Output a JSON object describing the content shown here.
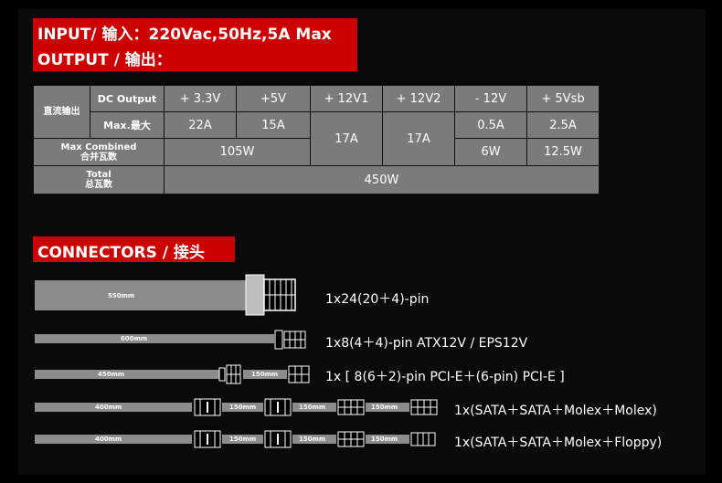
{
  "header": {
    "input_line": "INPUT/ 输入：220Vac,50Hz,5A Max",
    "output_line": "OUTPUT / 输出："
  },
  "table": {
    "dc_group": "直流输出",
    "dc_output_label": "DC Output",
    "rails": [
      "+ 3.3V",
      "+5V",
      "+ 12V1",
      "+ 12V2",
      "- 12V",
      "+ 5Vsb"
    ],
    "max_label": "Max.最大",
    "max_values": [
      "22A",
      "15A",
      "17A",
      "17A",
      "0.5A",
      "2.5A"
    ],
    "combined_label_en": "Max Combined",
    "combined_label_cn": "合并瓦数",
    "combined_values": [
      "105W",
      "6W",
      "12.5W"
    ],
    "total_label_en": "Total",
    "total_label_cn": "总瓦数",
    "total_value": "450W"
  },
  "connectors": {
    "title": "CONNECTORS / 接头",
    "items": [
      {
        "lengths": [
          "550mm"
        ],
        "description": "1x24(20＋4)-pin"
      },
      {
        "lengths": [
          "600mm"
        ],
        "description": "1x8(4＋4)-pin ATX12V / EPS12V"
      },
      {
        "lengths": [
          "450mm",
          "150mm"
        ],
        "description": "1x [ 8(6＋2)-pin PCI-E＋(6-pin) PCI-E ]"
      },
      {
        "lengths": [
          "400mm",
          "150mm",
          "150mm",
          "150mm"
        ],
        "description": "1x(SATA＋SATA＋Molex＋Molex)"
      },
      {
        "lengths": [
          "400mm",
          "150mm",
          "150mm",
          "150mm"
        ],
        "description": "1x(SATA＋SATA＋Molex＋Floppy)"
      }
    ]
  }
}
